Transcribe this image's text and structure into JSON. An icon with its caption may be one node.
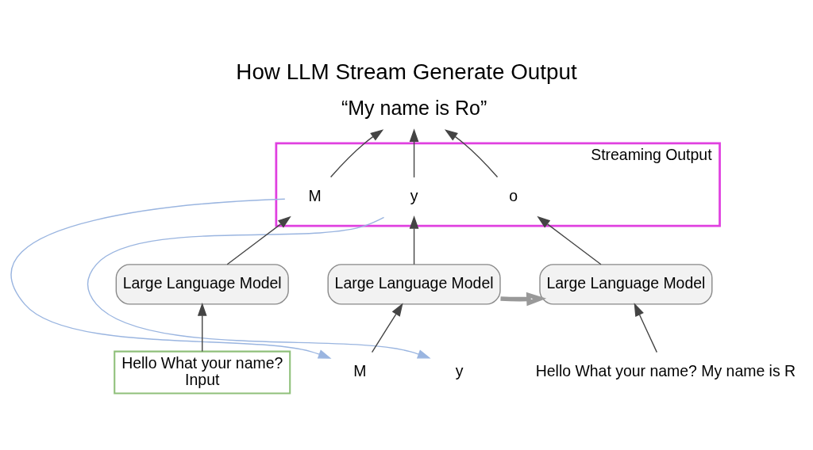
{
  "diagram": {
    "title": "How LLM Stream Generate Output",
    "nodes": [
      {
        "text": [
          "Streaming Output"
        ]
      },
      {
        "text": [
          "M"
        ],
        "in": 0
      },
      {
        "text": [
          "y"
        ],
        "in": 0
      },
      {
        "text": [
          "o"
        ],
        "in": 0
      },
      {
        "text": [
          "“My name is Ro”"
        ]
      },
      {
        "text": [
          "Large Language Model"
        ]
      },
      {
        "text": [
          "Large Language Model"
        ]
      },
      {
        "text": [
          "Large Language Model"
        ]
      },
      {
        "text": [
          "Hello What your name?",
          "Input"
        ]
      },
      {
        "text": [
          "M"
        ]
      },
      {
        "text": [
          "y"
        ]
      },
      {
        "text": [
          "Hello What your name? My name is R"
        ]
      }
    ],
    "edges": [
      {
        "from": 8,
        "to": 5,
        "arrow": "to"
      },
      {
        "from": 5,
        "to": 1,
        "arrow": "to"
      },
      {
        "from": 6,
        "to": 2,
        "arrow": "to"
      },
      {
        "from": 7,
        "to": 3,
        "arrow": "to"
      },
      {
        "from": 1,
        "to": 4,
        "arrow": "to"
      },
      {
        "from": 2,
        "to": 4,
        "arrow": "to"
      },
      {
        "from": 3,
        "to": 4,
        "arrow": "to"
      },
      {
        "from": 1,
        "to": 9,
        "arrow": "to",
        "color": "#9ab5e0"
      },
      {
        "from": 2,
        "to": 10,
        "arrow": "to",
        "color": "#9ab5e0"
      },
      {
        "from": 9,
        "to": 6,
        "arrow": "to"
      },
      {
        "from": 11,
        "to": 7,
        "arrow": "to"
      },
      {
        "from": 6,
        "to": 7,
        "arrow": "to",
        "style": "thick"
      }
    ]
  }
}
